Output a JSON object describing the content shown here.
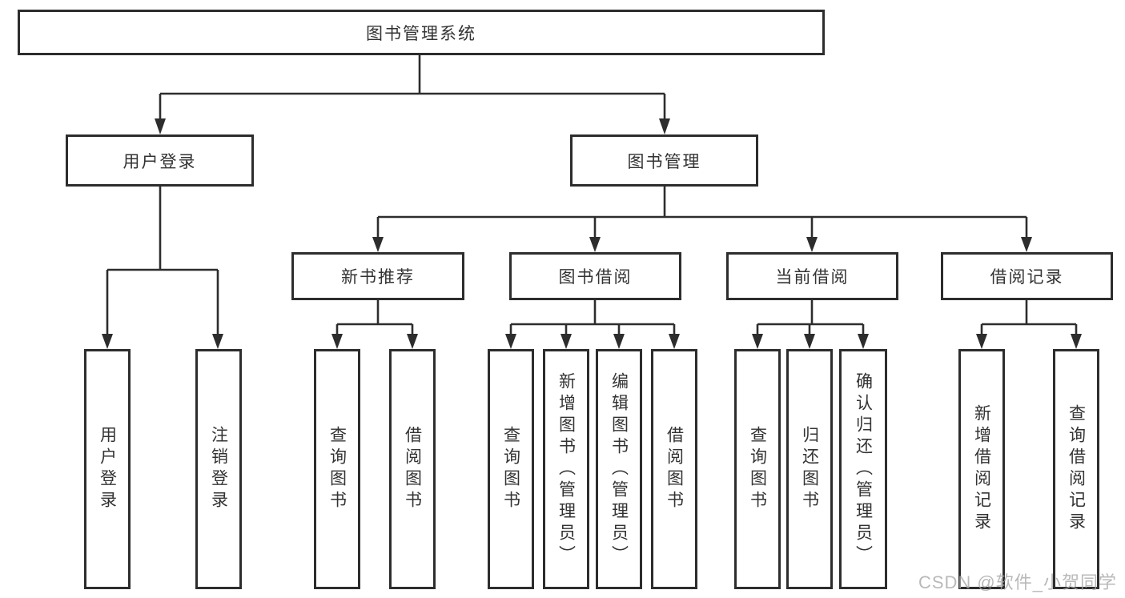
{
  "diagram_title": "图书管理系统",
  "watermark": "CSDN @软件_小贺同学",
  "colors": {
    "line": "#2d2d2d",
    "box_border": "#2d2d2d",
    "text": "#333333",
    "background": "#ffffff",
    "watermark": "#a8a8a8"
  },
  "nodes": {
    "root": {
      "label": "图书管理系统"
    },
    "login": {
      "label": "用户登录",
      "children": [
        "用户登录",
        "注销登录"
      ]
    },
    "management": {
      "label": "图书管理",
      "sections": [
        {
          "label": "新书推荐",
          "children": [
            "查询图书",
            "借阅图书"
          ]
        },
        {
          "label": "图书借阅",
          "children": [
            "查询图书",
            "新增图书（管理员）",
            "编辑图书（管理员）",
            "借阅图书"
          ]
        },
        {
          "label": "当前借阅",
          "children": [
            "查询图书",
            "归还图书",
            "确认归还（管理员）"
          ]
        },
        {
          "label": "借阅记录",
          "children": [
            "新增借阅记录",
            "查询借阅记录"
          ]
        }
      ]
    }
  }
}
